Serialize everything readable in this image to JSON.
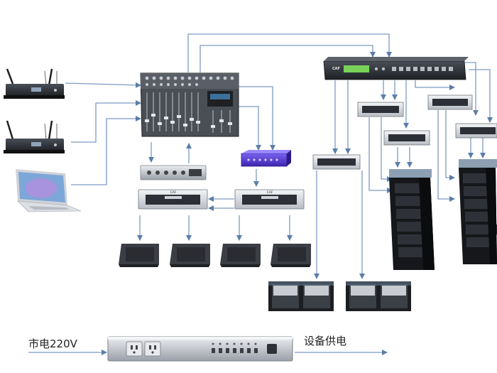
{
  "labels": {
    "mains_power": "市电220V",
    "equipment_power": "设备供电"
  },
  "device_brand": "CAF",
  "icons": {
    "wireless_mic": "wireless-microphone-receiver",
    "laptop": "laptop-computer",
    "mixer": "audio-mixing-console",
    "processor": "speaker-processor",
    "amplifier": "power-amplifier",
    "monitor": "stage-monitor-speaker",
    "line_array": "line-array-speaker",
    "subwoofer": "subwoofer-cabinet",
    "sequencer": "power-sequencer"
  },
  "colors": {
    "line": "#6f8fb3",
    "arrow": "#5b7ea8",
    "device_dark": "#2a2d33",
    "device_silver": "#c8ccd2",
    "crossover": "#5b3fd6"
  }
}
